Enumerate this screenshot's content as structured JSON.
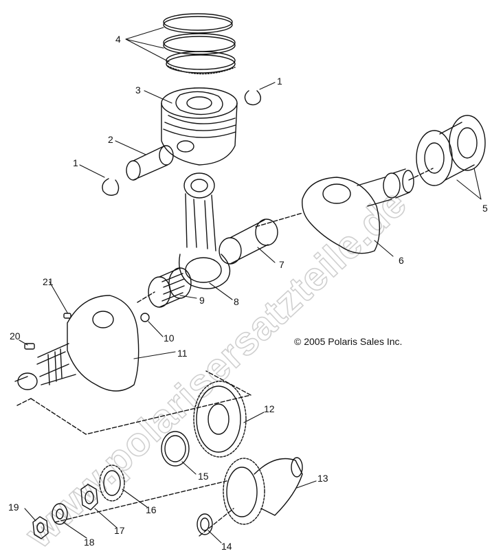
{
  "diagram": {
    "copyright": "© 2005 Polaris Sales Inc.",
    "watermark": "www.polarisersatzteile.de",
    "callouts": {
      "c1a": "1",
      "c1b": "1",
      "c2": "2",
      "c3": "3",
      "c4": "4",
      "c5": "5",
      "c6": "6",
      "c7": "7",
      "c8": "8",
      "c9": "9",
      "c10": "10",
      "c11": "11",
      "c12": "12",
      "c13": "13",
      "c14": "14",
      "c15": "15",
      "c16": "16",
      "c17": "17",
      "c18": "18",
      "c19": "19",
      "c20": "20",
      "c21": "21"
    },
    "colors": {
      "line": "#111111",
      "watermark": "#d9d9d9",
      "background": "#ffffff"
    }
  }
}
